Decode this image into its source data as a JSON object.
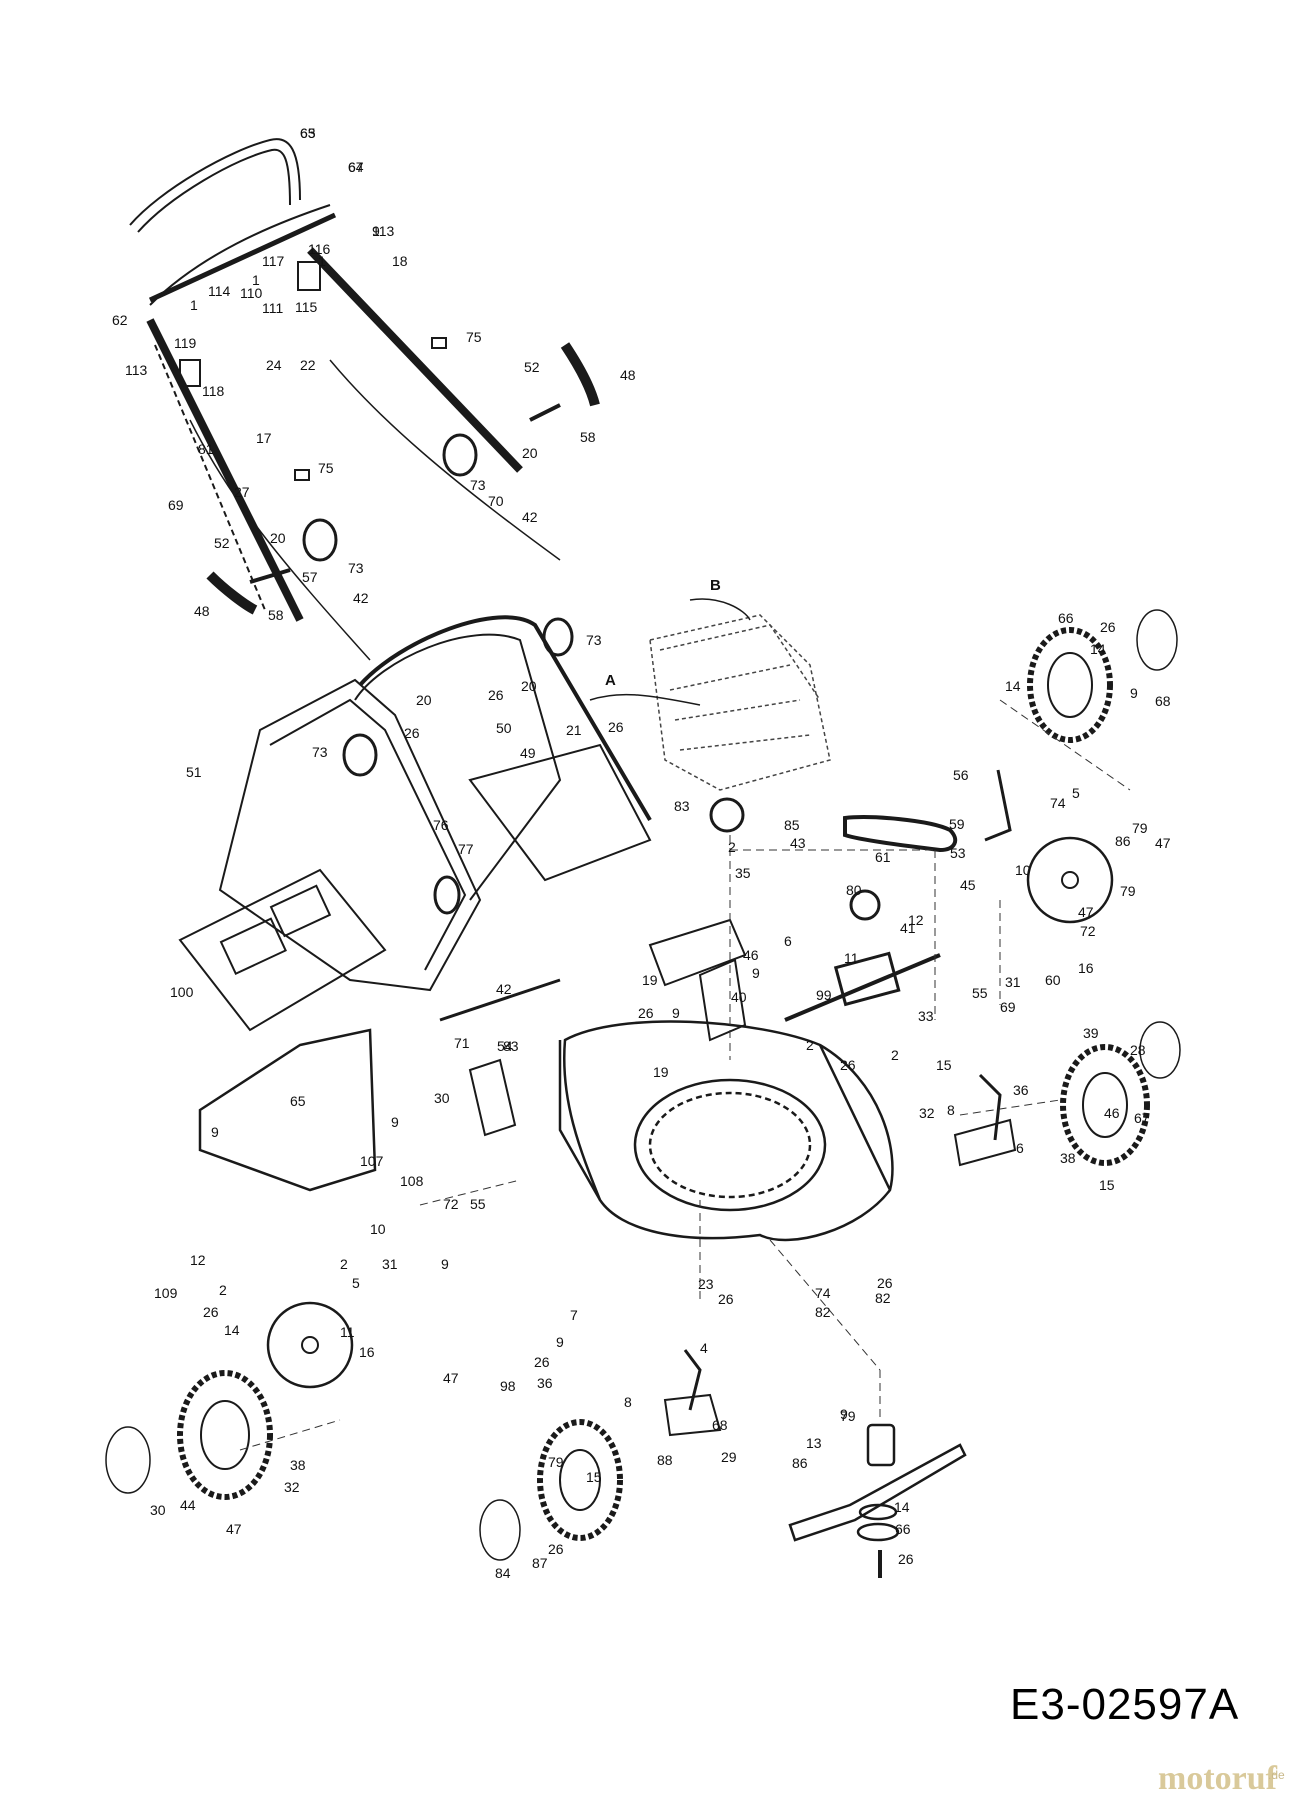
{
  "document_code": "E3-02597A",
  "brand": {
    "name": "motoruf",
    "tld": ".de"
  },
  "assembly_labels": [
    "A",
    "B"
  ],
  "callouts": [
    "63",
    "64",
    "113",
    "18",
    "116",
    "1",
    "117",
    "1",
    "110",
    "114",
    "1",
    "111",
    "115",
    "62",
    "119",
    "24",
    "22",
    "75",
    "113",
    "118",
    "52",
    "48",
    "17",
    "58",
    "20",
    "81",
    "27",
    "75",
    "73",
    "70",
    "69",
    "42",
    "20",
    "73",
    "57",
    "52",
    "42",
    "48",
    "58",
    "B",
    "73",
    "26",
    "20",
    "20",
    "26",
    "A",
    "21",
    "26",
    "66",
    "26",
    "14",
    "9",
    "68",
    "14",
    "73",
    "50",
    "49",
    "51",
    "56",
    "5",
    "74",
    "83",
    "85",
    "43",
    "79",
    "47",
    "59",
    "86",
    "2",
    "61",
    "53",
    "10",
    "76",
    "77",
    "35",
    "79",
    "80",
    "45",
    "47",
    "12",
    "11",
    "41",
    "72",
    "16",
    "100",
    "46",
    "6",
    "42",
    "9",
    "60",
    "19",
    "31",
    "55",
    "99",
    "69",
    "26",
    "9",
    "40",
    "33",
    "2",
    "2",
    "54",
    "71",
    "83",
    "39",
    "19",
    "28",
    "26",
    "15",
    "36",
    "8",
    "32",
    "30",
    "46",
    "67",
    "9",
    "6",
    "38",
    "15",
    "9",
    "65",
    "108",
    "107",
    "12",
    "72",
    "55",
    "109",
    "2",
    "2",
    "5",
    "10",
    "31",
    "23",
    "9",
    "26",
    "74",
    "82",
    "82",
    "26",
    "7",
    "26",
    "14",
    "11",
    "9",
    "26",
    "16",
    "47",
    "98",
    "4",
    "68",
    "36",
    "9",
    "13",
    "8",
    "88",
    "29",
    "79",
    "86",
    "38",
    "32",
    "30",
    "44",
    "47",
    "79",
    "26",
    "14",
    "66",
    "26",
    "15",
    "84",
    "87",
    "65",
    "67",
    "9"
  ]
}
